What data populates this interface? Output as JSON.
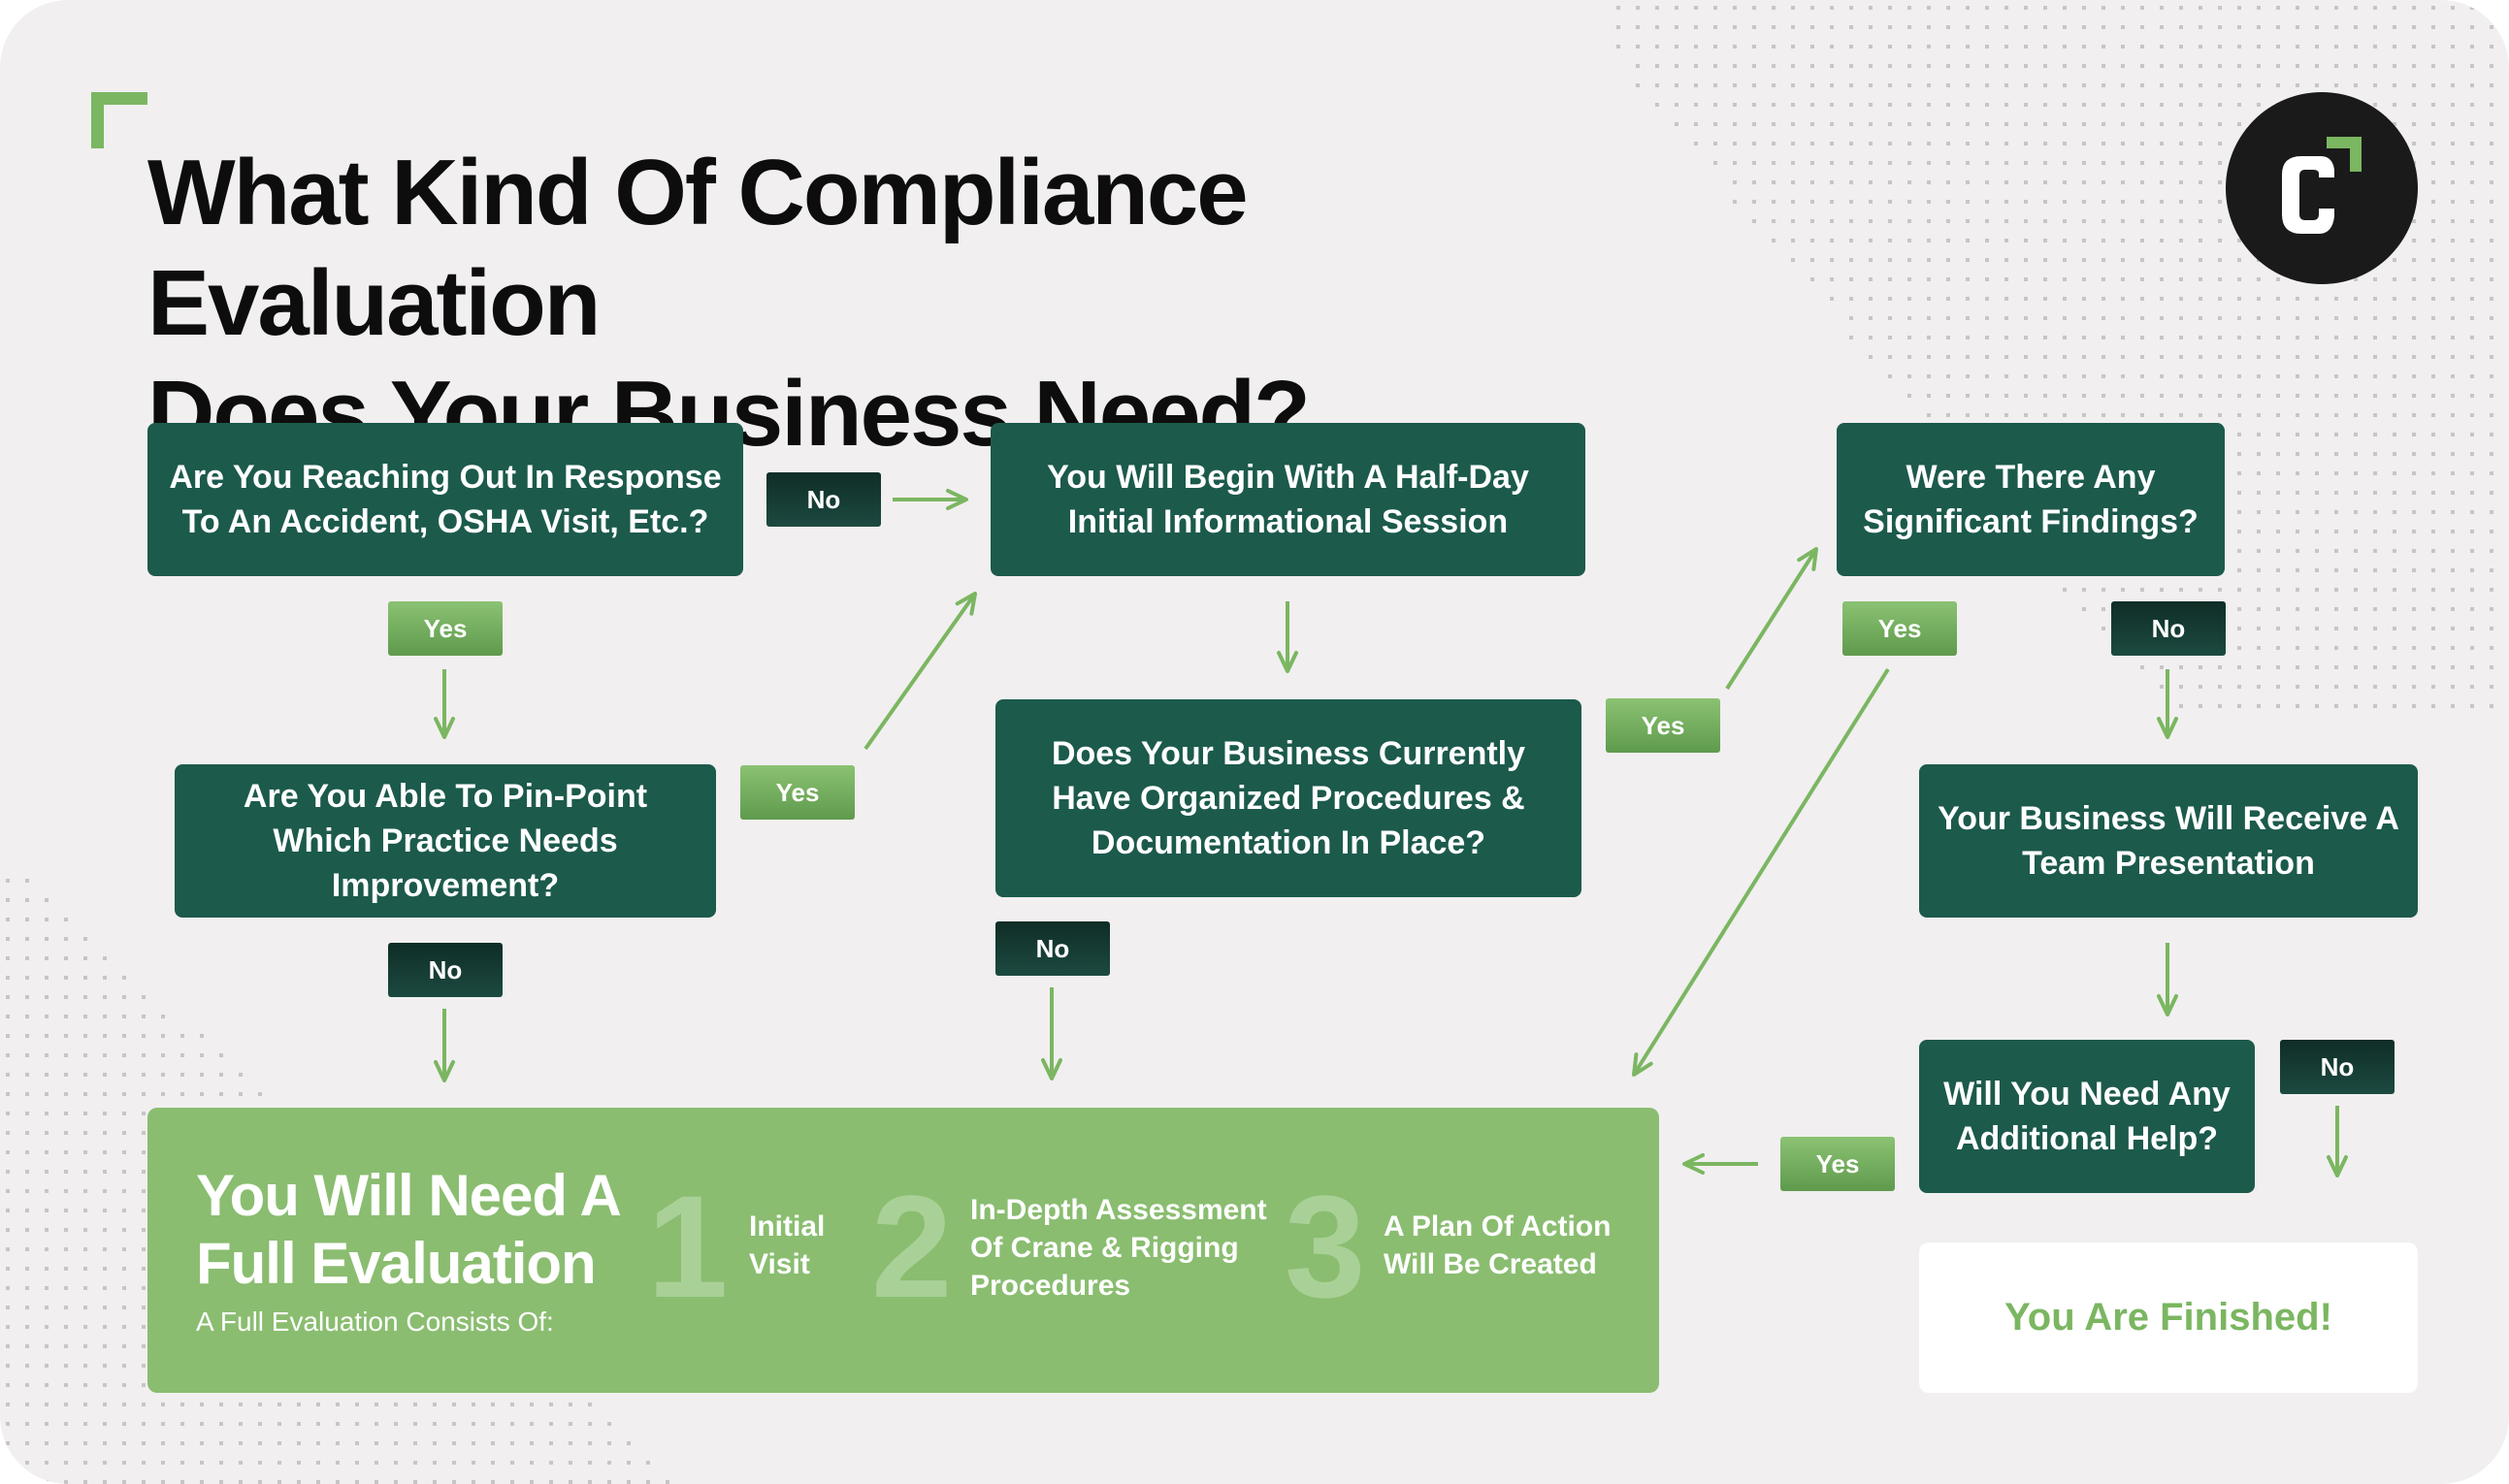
{
  "title": {
    "line1": "What Kind Of Compliance Evaluation",
    "line2": "Does Your Business Need?"
  },
  "logo_icon": "company-c-logo-icon",
  "nodes": {
    "q_accident": "Are You Reaching Out In Response To An Accident, OSHA Visit, Etc.?",
    "half_day": "You Will Begin With A Half-Day Initial Informational Session",
    "q_findings": "Were There Any Significant Findings?",
    "q_pinpoint": "Are You Able To Pin-Point Which Practice Needs Improvement?",
    "q_procedures": "Does Your Business Currently Have Organized Procedures & Documentation In Place?",
    "team_presentation": "Your Business Will Receive A Team Presentation",
    "q_additional": "Will You Need Any Additional Help?",
    "finished": "You Are Finished!"
  },
  "labels": {
    "no_accident": "No",
    "yes_accident": "Yes",
    "yes_pinpoint": "Yes",
    "no_pinpoint": "No",
    "yes_procedures": "Yes",
    "no_procedures": "No",
    "yes_findings": "Yes",
    "no_findings": "No",
    "no_additional": "No",
    "yes_additional": "Yes"
  },
  "full_evaluation": {
    "heading": "You Will Need A Full Evaluation",
    "subheading": "A Full Evaluation Consists Of:",
    "steps": [
      {
        "number": "1",
        "text": "Initial Visit"
      },
      {
        "number": "2",
        "text": "In-Depth Assessment Of Crane & Rigging Procedures"
      },
      {
        "number": "3",
        "text": "A Plan Of Action Will Be Created"
      }
    ]
  },
  "colors": {
    "background": "#f1eff0",
    "box_dark_green": "#1c5a4c",
    "accent_green": "#7bb661",
    "result_green": "#8abd70",
    "title_text": "#0d0d0d"
  }
}
